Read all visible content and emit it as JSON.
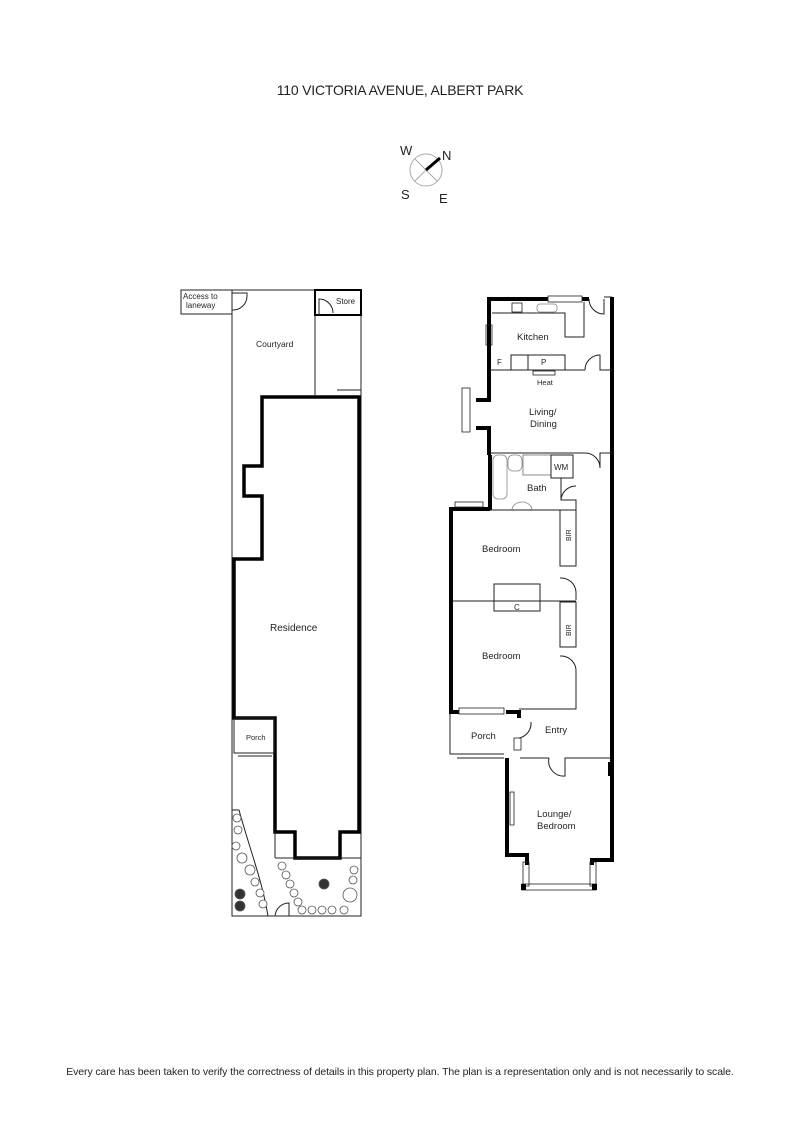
{
  "header": {
    "title": "110 VICTORIA AVENUE, ALBERT PARK"
  },
  "compass": {
    "north": "N",
    "south": "S",
    "east": "E",
    "west": "W"
  },
  "site_plan": {
    "labels": {
      "access": [
        "Access to",
        "laneway"
      ],
      "store": "Store",
      "courtyard": "Courtyard",
      "residence": "Residence",
      "porch": "Porch"
    }
  },
  "floor_plan": {
    "rooms": {
      "kitchen": "Kitchen",
      "fridge": "F",
      "pantry": "P",
      "heat": "Heat",
      "living": [
        "Living/",
        "Dining"
      ],
      "wm": "WM",
      "bath": "Bath",
      "bedroom1": "Bedroom",
      "bir1": "BIR",
      "cupboard": "C",
      "bedroom2": "Bedroom",
      "bir2": "BIR",
      "porch": "Porch",
      "entry": "Entry",
      "lounge": [
        "Lounge/",
        "Bedroom"
      ]
    }
  },
  "footer": {
    "disclaimer": "Every care has been taken to verify the correctness of details in this property plan. The plan is a representation only and is not necessarily to scale."
  },
  "colors": {
    "wall": "#000000",
    "thin_line": "#231f20",
    "grey_line": "#9a9a9a",
    "background": "#ffffff"
  }
}
